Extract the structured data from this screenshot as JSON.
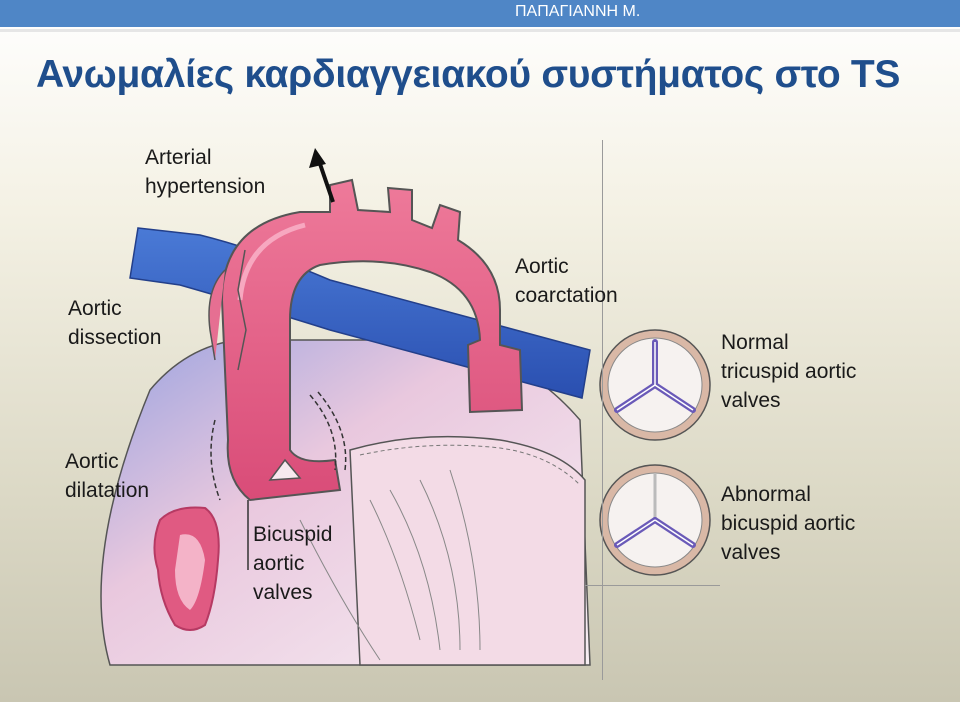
{
  "header": {
    "author": "ΠΑΠΑΓΙΑΝΝΗ Μ."
  },
  "title": "Ανωμαλίες καρδιαγγειακού συστήματος στο TS",
  "labels": {
    "arterial_hypertension": [
      "Arterial",
      "hypertension"
    ],
    "aortic_dissection": [
      "Aortic",
      "dissection"
    ],
    "aortic_coarctation": [
      "Aortic",
      "coarctation"
    ],
    "aortic_dilatation": [
      "Aortic",
      "dilatation"
    ],
    "bicuspid_aortic_valves": [
      "Bicuspid",
      "aortic",
      "valves"
    ],
    "normal_tricuspid": [
      "Normal",
      "tricuspid aortic",
      "valves"
    ],
    "abnormal_bicuspid": [
      "Abnormal",
      "bicuspid aortic",
      "valves"
    ]
  },
  "colors": {
    "header_bar": "#4f86c6",
    "title": "#1f4e8c",
    "aorta": "#e0557e",
    "vein": "#3060c0",
    "valve_leaflet": "#6a5ab8"
  }
}
